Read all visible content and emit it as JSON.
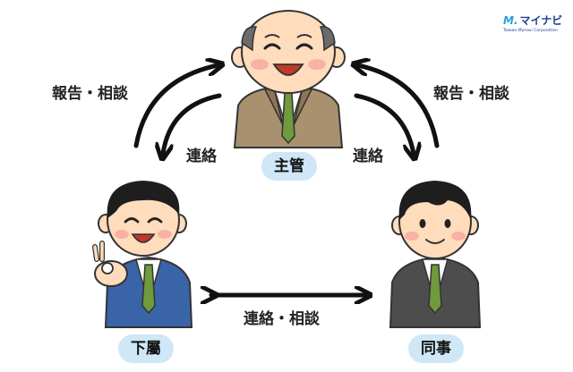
{
  "logo": {
    "mark": "M.",
    "name": "マイナビ",
    "subtitle": "Taiwan Mynavi Corporation"
  },
  "roles": {
    "boss": "主管",
    "subordinate": "下屬",
    "colleague": "同事"
  },
  "labels": {
    "left_up": "報告・相談",
    "left_down": "連絡",
    "right_up": "報告・相談",
    "right_down": "連絡",
    "bottom": "連絡・相談"
  },
  "colors": {
    "pill_bg": "#cfe7f6",
    "arrow": "#111111",
    "boss_suit": "#a9906f",
    "subordinate_suit": "#3a64a8",
    "colleague_suit": "#4d4d4d",
    "tie": "#6f9a3d",
    "skin": "#ffdcbc"
  }
}
